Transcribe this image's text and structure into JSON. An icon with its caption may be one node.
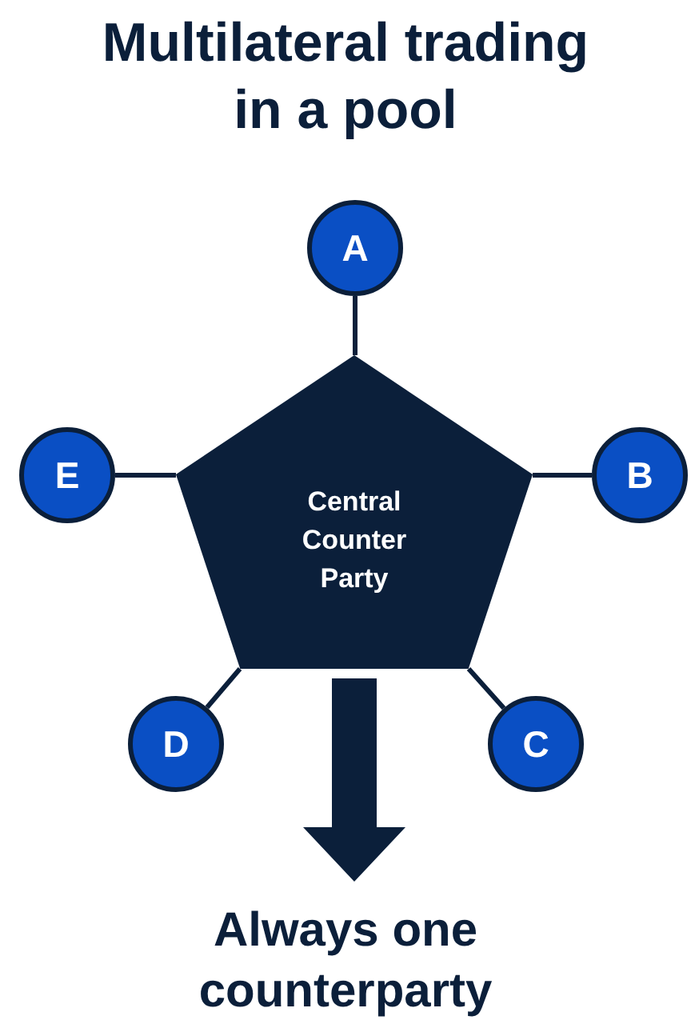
{
  "diagram": {
    "title": "Multilateral trading in a pool",
    "nodes": [
      {
        "text": [
          "Central Counter Party"
        ]
      },
      {
        "text": [
          "A"
        ]
      },
      {
        "text": [
          "B"
        ]
      },
      {
        "text": [
          "C"
        ]
      },
      {
        "text": [
          "D"
        ]
      },
      {
        "text": [
          "E"
        ]
      },
      {
        "text": [
          "Always one counterparty"
        ]
      }
    ],
    "edges": [
      {
        "from": 1,
        "to": 0,
        "arrow": "none"
      },
      {
        "from": 2,
        "to": 0,
        "arrow": "none"
      },
      {
        "from": 3,
        "to": 0,
        "arrow": "none"
      },
      {
        "from": 4,
        "to": 0,
        "arrow": "none"
      },
      {
        "from": 5,
        "to": 0,
        "arrow": "none"
      },
      {
        "from": 0,
        "to": 6,
        "arrow": "to",
        "style": "thick"
      }
    ]
  }
}
